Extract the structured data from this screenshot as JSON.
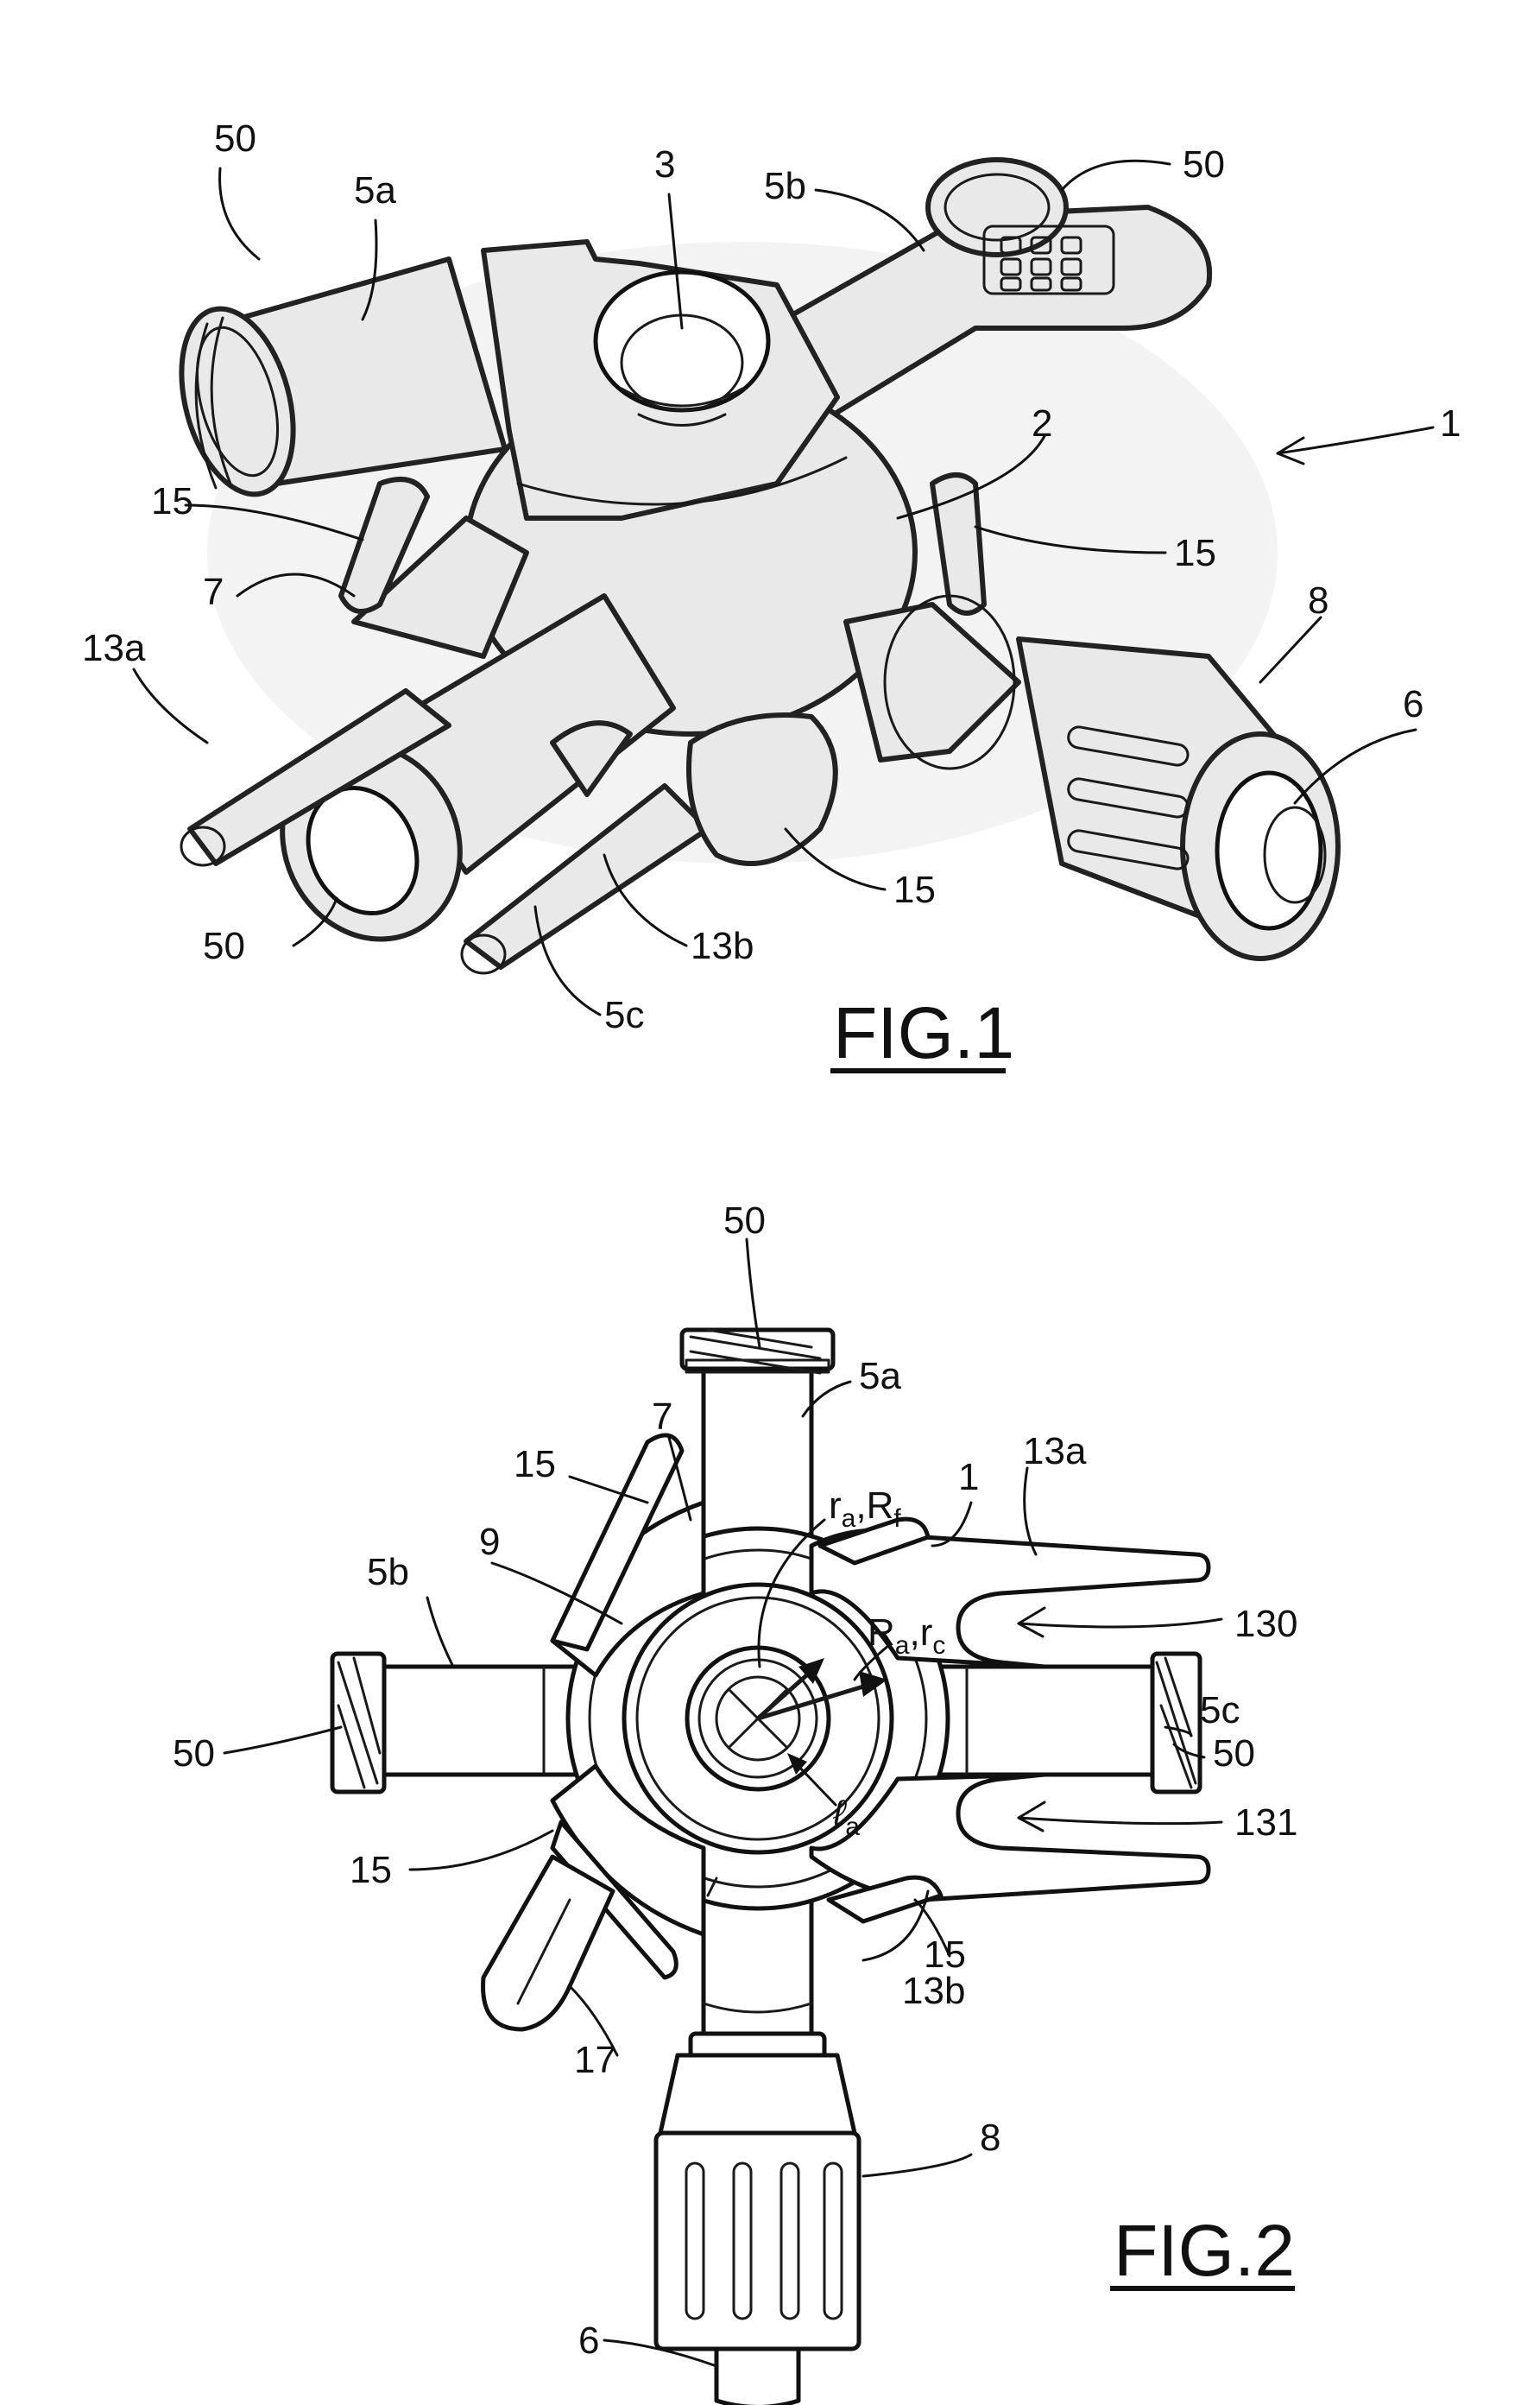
{
  "figures": [
    {
      "id": "fig1",
      "title": "FIG.1",
      "labels": [
        "50",
        "5a",
        "3",
        "5b",
        "50",
        "1",
        "2",
        "15",
        "7",
        "15",
        "13a",
        "8",
        "6",
        "15",
        "50",
        "13b",
        "5c"
      ]
    },
    {
      "id": "fig2",
      "title": "FIG.2",
      "labels": [
        "50",
        "5a",
        "7",
        "15",
        "1",
        "13a",
        "9",
        "5b",
        "130",
        "5c",
        "50",
        "50",
        "131",
        "15",
        "13b",
        "15",
        "17",
        "8",
        "6"
      ],
      "symbols": {
        "ra_rf": "r",
        "ra_sub": "a",
        "rf_r": "R",
        "rf_sub": "f",
        "Ra_R": "R",
        "Ra_sub": "a",
        "rc_r": "r",
        "rc_sub": "c",
        "la_l": "ℓ",
        "la_sub": "a",
        "comma": ","
      }
    }
  ]
}
